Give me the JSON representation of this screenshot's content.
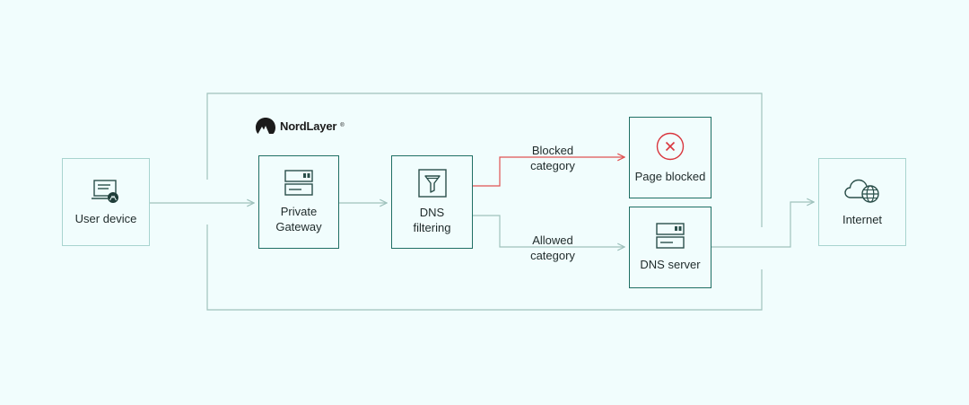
{
  "brand": {
    "name": "NordLayer",
    "trademark": "®",
    "icon": "nordlayer-mountain-logo"
  },
  "nodes": {
    "user_device": {
      "label": "User device",
      "icon": "laptop-user-icon"
    },
    "private_gateway": {
      "label": "Private\nGateway",
      "icon": "server-icon"
    },
    "dns_filtering": {
      "label": "DNS\nfiltering",
      "icon": "filter-funnel-icon"
    },
    "page_blocked": {
      "label": "Page blocked",
      "icon": "blocked-x-icon"
    },
    "dns_server": {
      "label": "DNS server",
      "icon": "server-icon"
    },
    "internet": {
      "label": "Internet",
      "icon": "cloud-globe-icon"
    }
  },
  "edges": {
    "blocked": {
      "label": "Blocked\ncategory"
    },
    "allowed": {
      "label": "Allowed\ncategory"
    }
  },
  "colors": {
    "background": "#f1fdfd",
    "outer_border": "#a8d4cf",
    "inner_border": "#1f6f64",
    "line": "#9fc2bd",
    "blocked_line": "#e05252",
    "blocked_icon": "#d9363e",
    "icon": "#2b4f4a"
  }
}
